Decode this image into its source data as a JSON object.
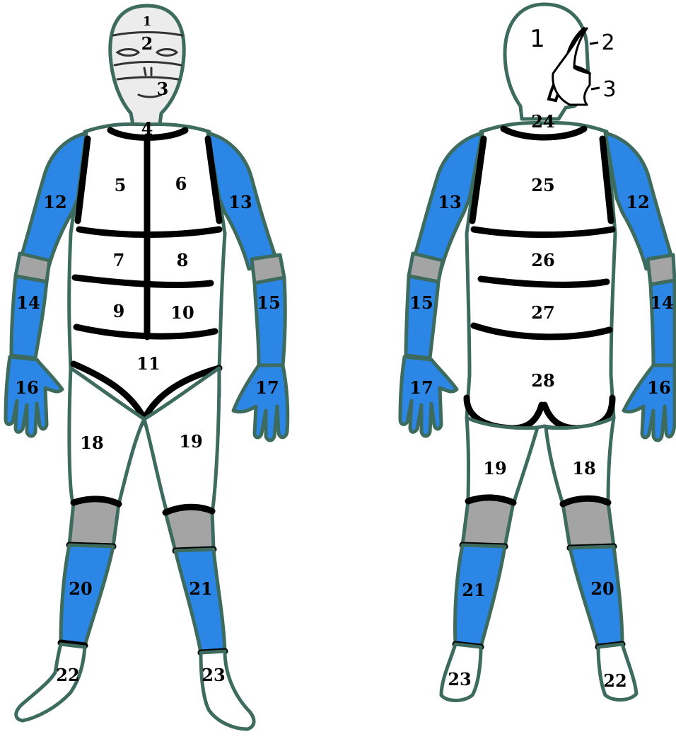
{
  "colors": {
    "panel_blue": "#2b86e6",
    "pad_gray": "#a4a4a4",
    "outline": "#3d6b5e",
    "seam": "#000000",
    "base": "#ffffff",
    "mask": "#ececec"
  },
  "front": {
    "labels": {
      "p1": "1",
      "p2": "2",
      "p3": "3",
      "p4": "4",
      "p5": "5",
      "p6": "6",
      "p7": "7",
      "p8": "8",
      "p9": "9",
      "p10": "10",
      "p11": "11",
      "p12": "12",
      "p13": "13",
      "p14": "14",
      "p15": "15",
      "p16": "16",
      "p17": "17",
      "p18": "18",
      "p19": "19",
      "p20": "20",
      "p21": "21",
      "p22": "22",
      "p23": "23"
    }
  },
  "back": {
    "labels": {
      "p1": "1",
      "p2": "2",
      "p3": "3",
      "p24": "24",
      "p25": "25",
      "p26": "26",
      "p27": "27",
      "p28": "28",
      "p13": "13",
      "p12": "12",
      "p15": "15",
      "p14": "14",
      "p17": "17",
      "p16": "16",
      "p19": "19",
      "p18": "18",
      "p21": "21",
      "p20": "20",
      "p23": "23",
      "p22": "22"
    }
  }
}
